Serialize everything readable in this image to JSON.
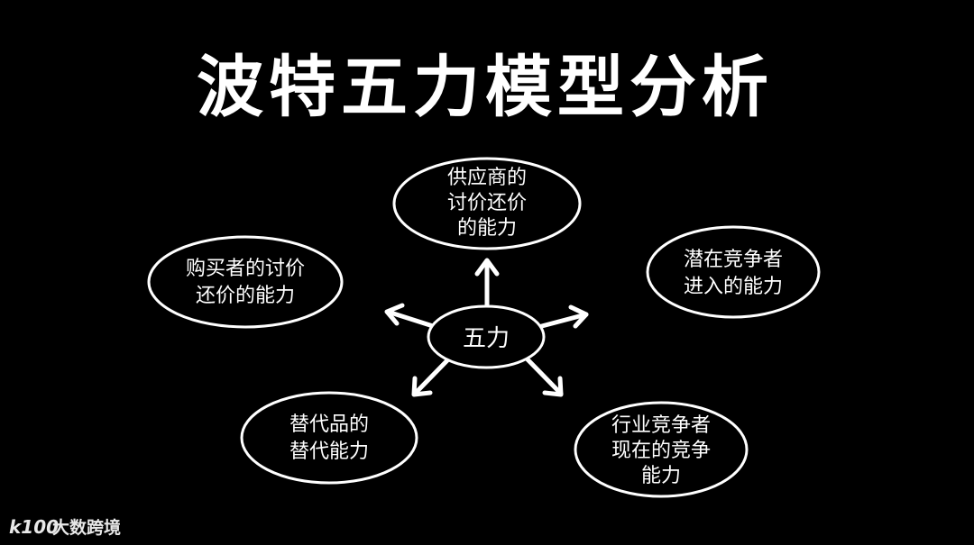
{
  "title": "波特五力模型分析",
  "center": {
    "label": "五力"
  },
  "nodes": [
    {
      "id": "supplier",
      "lines": [
        "供应商的",
        "讨价还价",
        "的能力"
      ]
    },
    {
      "id": "buyer",
      "lines": [
        "购买者的讨价",
        "还价的能力"
      ]
    },
    {
      "id": "entrant",
      "lines": [
        "潜在竞争者",
        "进入的能力"
      ]
    },
    {
      "id": "substitute",
      "lines": [
        "替代品的",
        "替代能力"
      ]
    },
    {
      "id": "rivalry",
      "lines": [
        "行业竞争者",
        "现在的竞争",
        "能力"
      ]
    }
  ],
  "watermark": {
    "logo": "k100",
    "text": "大数跨境"
  },
  "colors": {
    "background": "#000000",
    "foreground": "#ffffff"
  }
}
